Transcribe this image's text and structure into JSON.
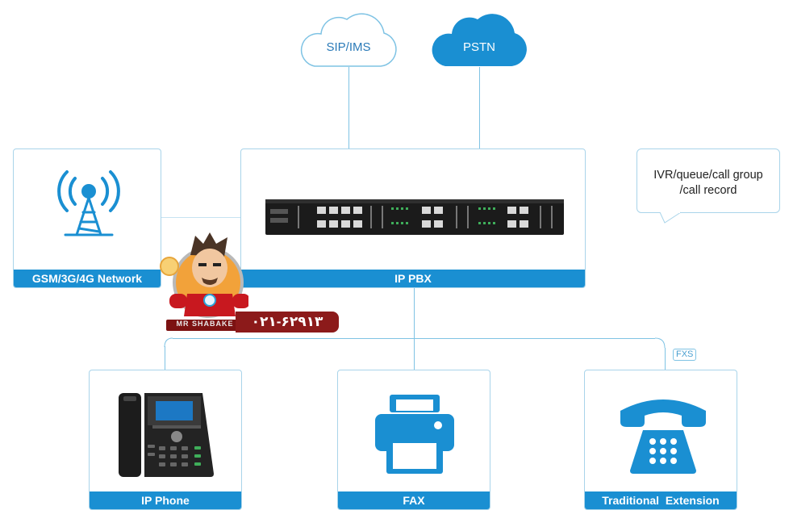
{
  "colors": {
    "accent": "#1a8fd2",
    "line": "#7fc3e4",
    "border": "#a9d4ea",
    "badge": "#8c1a1a"
  },
  "clouds": {
    "sip": "SIP/IMS",
    "pstn": "PSTN"
  },
  "nodes": {
    "gsm": "GSM/3G/4G Network",
    "pbx": "IP PBX",
    "ip_phone": "IP Phone",
    "fax": "FAX",
    "traditional": "Traditional  Extension"
  },
  "bubble": {
    "line1": "IVR/queue/call group",
    "line2": "/call  record"
  },
  "fxs_label": "FXS",
  "logo": {
    "text": "MR SHABAKE",
    "phone": "۰۲۱-۶۲۹۱۳"
  }
}
